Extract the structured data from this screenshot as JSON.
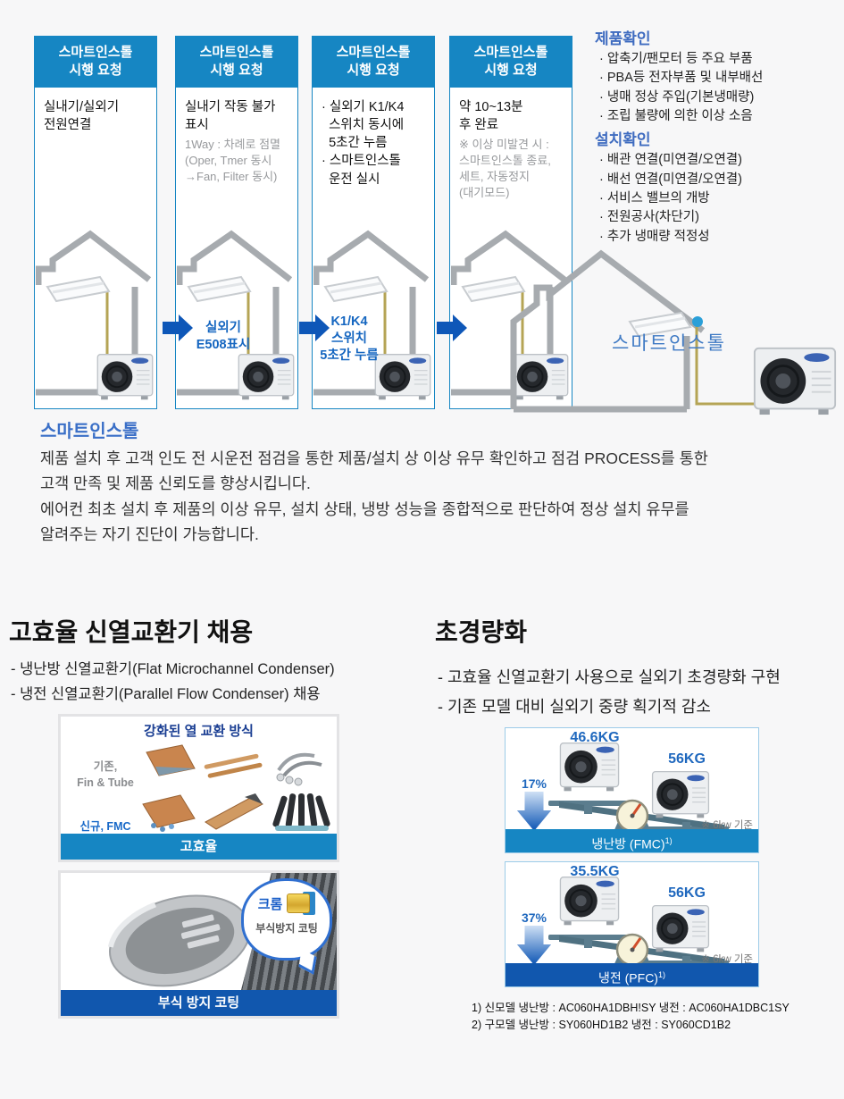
{
  "colors": {
    "accent_cyan": "#1686c3",
    "accent_blue": "#3a6fc7",
    "arrow_blue": "#0e57b8",
    "bar_dark_blue": "#1157ae"
  },
  "process": {
    "panels": [
      {
        "header": "스마트인스톨\n시행 요청",
        "title": "실내기/실외기\n전원연결",
        "note": ""
      },
      {
        "header": "스마트인스톨\n시행 요청",
        "title": "실내기 작동 불가\n표시",
        "note": "1Way : 차례로 점멸\n(Oper, Tmer 동시\n→Fan, Filter 동시)",
        "arrow_label": "실외기\nE508표시"
      },
      {
        "header": "스마트인스톨\n시행 요청",
        "title": "· 실외기 K1/K4\n  스위치 동시에\n  5초간 누름\n· 스마트인스톨\n  운전 실시",
        "note": "",
        "arrow_label": "K1/K4\n스위치\n5초간 누름"
      },
      {
        "header": "스마트인스톨\n시행 요청",
        "title": "약 10~13분\n후 완료",
        "note": "※ 이상 미발견 시 :\n스마트인스톨 종료,\n세트, 자동정지\n(대기모드)"
      }
    ]
  },
  "checklists": {
    "product": {
      "title": "제품확인",
      "items": [
        "· 압축기/팬모터 등 주요 부품",
        "· PBA등 전자부품 및 내부배선",
        "· 냉매 정상 주입(기본냉매량)",
        "· 조립 불량에 의한 이상 소음"
      ]
    },
    "install": {
      "title": "설치확인",
      "items": [
        "· 배관 연결(미연결/오연결)",
        "· 배선 연결(미연결/오연결)",
        "· 서비스 밸브의 개방",
        "· 전원공사(차단기)",
        "· 추가 냉매량 적정성"
      ]
    }
  },
  "house_label": "스마트인스톨",
  "intro": {
    "title": "스마트인스톨",
    "paragraph1": "제품 설치 후 고객 인도 전 시운전 점검을 통한 제품/설치 상 이상 유무 확인하고 점검 PROCESS를 통한\n고객 만족 및 제품 신뢰도를 향상시킵니다.",
    "paragraph2": "에어컨 최초 설치 후 제품의 이상 유무, 설치 상태, 냉방 성능을 종합적으로 판단하여 정상 설치 유무를\n알려주는 자기 진단이 가능합니다."
  },
  "heat_exchanger": {
    "title": "고효율 신열교환기 채용",
    "bullets": "- 냉난방 신열교환기(Flat Microchannel Condenser)\n- 냉전 신열교환기(Parallel Flow Condenser) 채용",
    "figure1": {
      "title": "강화된 열 교환 방식",
      "row1_label": "기존,\nFin & Tube",
      "row2_label": "신규, FMC",
      "caption": "고효율"
    },
    "figure2": {
      "bubble_label": "크롬",
      "bubble_sub": "부식방지 코팅",
      "caption": "부식 방지 코팅"
    }
  },
  "lightweight": {
    "title": "초경량화",
    "bullets": "- 고효율 신열교환기 사용으로 실외기 초경량화 구현\n- 기존 모델 대비 실외기 중량 획기적 감소",
    "comparisons": [
      {
        "new_weight": "46.6KG",
        "old_weight": "56KG",
        "reduction": "17%",
        "basis": "※ 6kw 기준",
        "caption": "냉난방 (FMC)",
        "caption_sup": "1)"
      },
      {
        "new_weight": "35.5KG",
        "old_weight": "56KG",
        "reduction": "37%",
        "basis": "※ 6kw 기준",
        "caption": "냉전 (PFC)",
        "caption_sup": "1)"
      }
    ],
    "footnotes": "1) 신모델 냉난방 : AC060HA1DBH!SY  냉전 : AC060HA1DBC1SY\n2) 구모델 냉난방 : SY060HD1B2  냉전 : SY060CD1B2"
  }
}
